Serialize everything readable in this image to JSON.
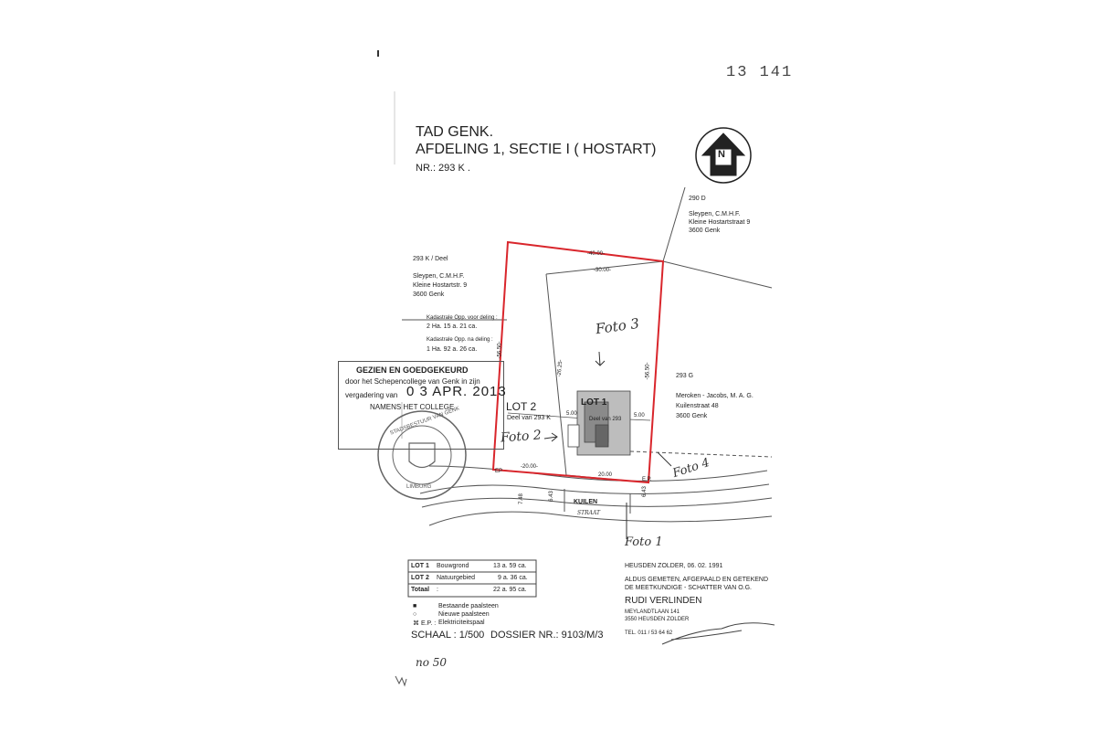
{
  "header": {
    "ref_number": "13 141",
    "title_line1": "TAD GENK.",
    "title_line2": "AFDELING 1, SECTIE I ( HOSTART)",
    "title_line3": "NR.: 293 K ."
  },
  "north_arrow": {
    "label": "N",
    "icon": "north-arrow-icon"
  },
  "parcels": {
    "p290d": {
      "id": "290 D",
      "owner": "Sleypen, C.M.H.F.",
      "street": "Kleine Hostartstraat 9",
      "city": "3600 Genk"
    },
    "p293k_deel": {
      "id": "293 K / Deel",
      "owner": "Sleypen, C.M.H.F.",
      "street": "Kleine Hostartstr. 9",
      "city": "3600 Genk",
      "area_before_label": "Kadastrale Opp. voor deling :",
      "area_before": "2 Ha. 15 a. 21 ca.",
      "area_after_label": "Kadastrale Opp. na deling :",
      "area_after": "1 Ha. 92 a. 26 ca."
    },
    "p293g": {
      "id": "293 G",
      "owner": "Meroken - Jacobs, M. A. G.",
      "street": "Kuilenstraat 48",
      "city": "3600 Genk"
    }
  },
  "dimensions": {
    "top_outer": "-40.00-",
    "top_inner": "-30.00-",
    "left": "-56.50-",
    "right": "-56.50-",
    "middle": "-26.25-",
    "setback_left": "5.00",
    "setback_right": "5.00",
    "bottom_left": "-20.00-",
    "bottom_right": "20.00",
    "road_a": "6.43",
    "road_b": "6.43",
    "road_c": "7.48"
  },
  "lots": {
    "lot1": "LOT 1",
    "lot1_sub": "Deel van 293",
    "lot2": "LOT 2",
    "lot2_sub": "Deel van 293 K"
  },
  "street": {
    "name": "KUILEN",
    "sub": "STRAAT",
    "ep1": "EP",
    "ep2": "E.P."
  },
  "photo_notes": {
    "foto1": "Foto 1",
    "foto2": "Foto 2",
    "foto3": "Foto 3",
    "foto4": "Foto 4"
  },
  "approval_stamp": {
    "line1": "GEZIEN EN GOEDGEKEURD",
    "line2": "door het Schepencollege van Genk in zijn",
    "line3_prefix": "vergadering van",
    "date": "0 3 APR. 2013",
    "line4": "NAMENS HET COLLEGE"
  },
  "seal": {
    "top_text": "STADSBESTUUR VAN GENK",
    "bottom_text": "LIMBURG"
  },
  "lot_table": {
    "rows": [
      {
        "lot": "LOT 1",
        "use": "Bouwgrond",
        "area": "13 a. 59 ca."
      },
      {
        "lot": "LOT 2",
        "use": "Natuurgebied",
        "area": "9 a. 36 ca."
      },
      {
        "lot": "Totaal",
        "use": ":",
        "area": "22 a. 95 ca."
      }
    ]
  },
  "legend": [
    {
      "symbol": "■",
      "label": "Bestaande paalsteen"
    },
    {
      "symbol": "○",
      "label": "Nieuwe paalsteen"
    },
    {
      "symbol": "⌘ E.P. :",
      "label": "Elektriciteitspaal"
    }
  ],
  "scale": "SCHAAL : 1/500",
  "dossier": "DOSSIER NR.: 9103/M/3",
  "surveyor": {
    "place_date": "HEUSDEN ZOLDER, 06. 02. 1991",
    "line1": "ALDUS GEMETEN, AFGEPAALD EN GETEKEND",
    "line2": "DE MEETKUNDIGE - SCHATTER VAN O.G.",
    "name": "RUDI VERLINDEN",
    "street": "MEYLANDTLAAN 141",
    "city": "3550 HEUSDEN ZOLDER",
    "tel": "TEL. 011 / 53 64 62"
  },
  "handwritten_number": "no 50",
  "colors": {
    "lot_outline": "#d9262c",
    "line": "#555555"
  }
}
